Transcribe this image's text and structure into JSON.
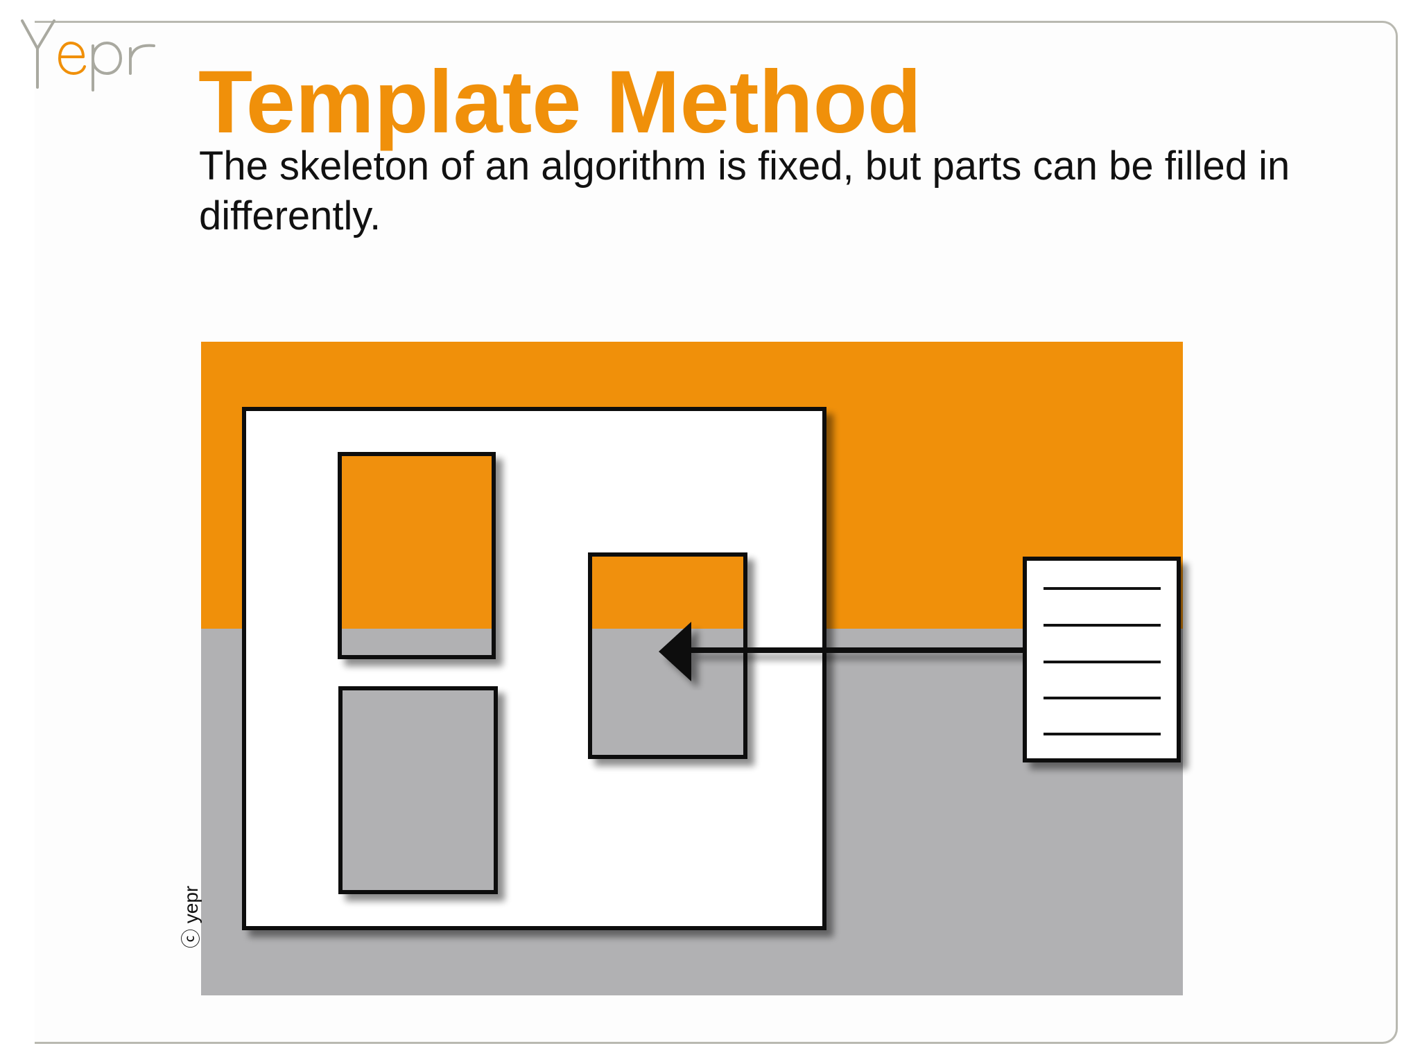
{
  "slide": {
    "logo_text": "yepr",
    "title": "Template Method",
    "subtitle": "The skeleton of an algorithm is fixed, but parts can be filled in differently.",
    "copyright": "ⓒ yepr"
  },
  "colors": {
    "accent_orange": "#f0900a",
    "band_gray": "#b1b1b3",
    "frame_border": "#b9b9b1",
    "logo_gray": "#a9a9a0",
    "outline": "#111111"
  },
  "diagram": {
    "elements": [
      "template-skeleton-box",
      "fixed-step-orange",
      "fixed-step-gray",
      "hook-slot",
      "subclass-document",
      "fill-in-arrow"
    ]
  }
}
